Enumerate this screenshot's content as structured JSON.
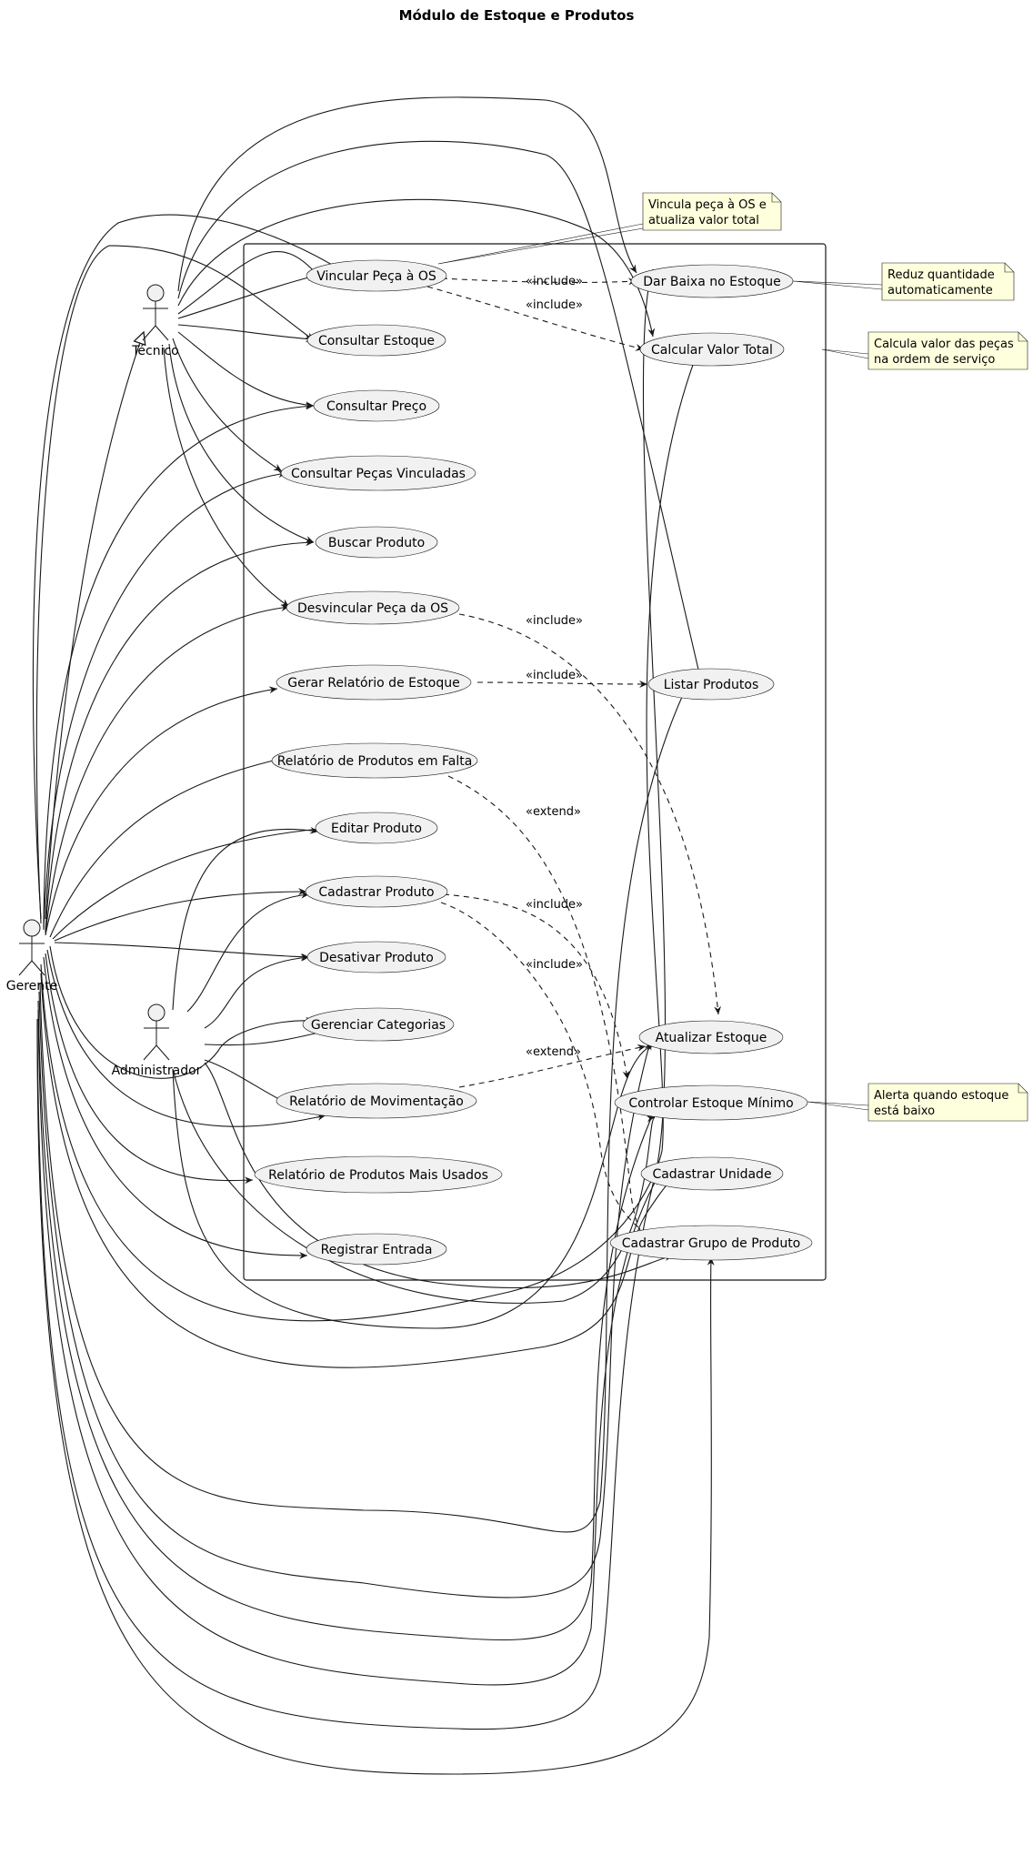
{
  "title": "Módulo de Estoque e Produtos",
  "actors": {
    "tecnico": "Técnico",
    "gerente": "Gerente",
    "administrador": "Administrador"
  },
  "use_cases": {
    "vincular": "Vincular Peça à OS",
    "consultar_estoque": "Consultar Estoque",
    "consultar_preco": "Consultar Preço",
    "consultar_pecas": "Consultar Peças Vinculadas",
    "buscar": "Buscar Produto",
    "desvincular": "Desvincular Peça da OS",
    "gerar_relatorio": "Gerar Relatório de Estoque",
    "rel_falta": "Relatório de Produtos em Falta",
    "editar": "Editar Produto",
    "cadastrar": "Cadastrar Produto",
    "desativar": "Desativar Produto",
    "gerenciar_cat": "Gerenciar Categorias",
    "rel_mov": "Relatório de Movimentação",
    "rel_mais_usados": "Relatório de Produtos Mais Usados",
    "registrar_entrada": "Registrar Entrada",
    "dar_baixa": "Dar Baixa no Estoque",
    "calcular": "Calcular Valor Total",
    "listar": "Listar Produtos",
    "atualizar": "Atualizar Estoque",
    "controlar": "Controlar Estoque Mínimo",
    "cad_unidade": "Cadastrar Unidade",
    "cad_grupo": "Cadastrar Grupo de Produto"
  },
  "stereotypes": {
    "include": "«include»",
    "extend": "«extend»"
  },
  "notes": {
    "vincula": [
      "Vincula peça à OS e",
      "atualiza valor total"
    ],
    "reduz": [
      "Reduz quantidade",
      "automaticamente"
    ],
    "calcula": [
      "Calcula valor das peças",
      "na ordem de serviço"
    ],
    "alerta": [
      "Alerta quando estoque",
      "está baixo"
    ]
  }
}
